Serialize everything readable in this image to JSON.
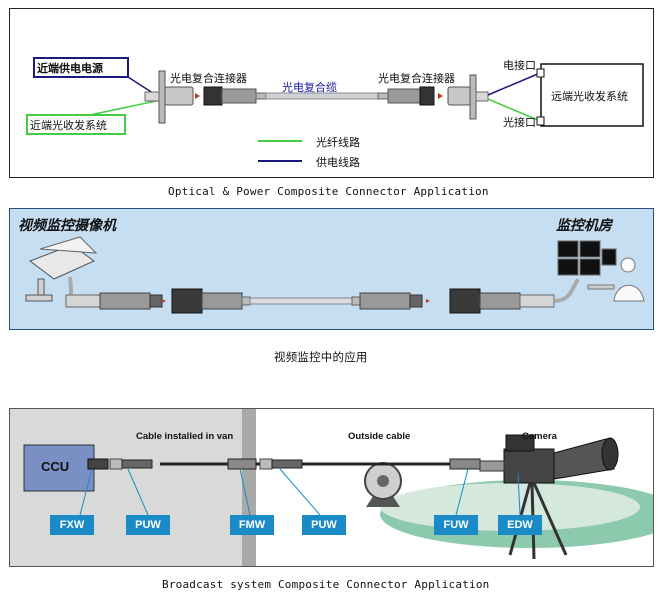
{
  "diagram1": {
    "far_power": "近端供电电源",
    "far_transceiver": "近端光收发系统",
    "connector_left": "光电复合连接器",
    "cable": "光电复合缆",
    "connector_right": "光电复合连接器",
    "electrical_port": "电接口",
    "optical_port": "光接口",
    "remote_system": "远端光收发系统",
    "legend_fiber": "光纤线路",
    "legend_power": "供电线路",
    "fiber_color": "#44cc44",
    "power_color": "#1a1a7a",
    "caption": "Optical & Power Composite Connector Application"
  },
  "diagram2": {
    "camera_label": "视频监控摄像机",
    "room_label": "监控机房",
    "caption": "视频监控中的应用"
  },
  "diagram3": {
    "van_label": "Cable installed in van",
    "outside_label": "Outside cable",
    "camera_label": "Camera",
    "ccu_label": "CCU",
    "tags": [
      "FXW",
      "PUW",
      "FMW",
      "PUW",
      "FUW",
      "EDW"
    ],
    "tag_color": "#1b8bc7",
    "caption": "Broadcast system Composite Connector Application"
  }
}
